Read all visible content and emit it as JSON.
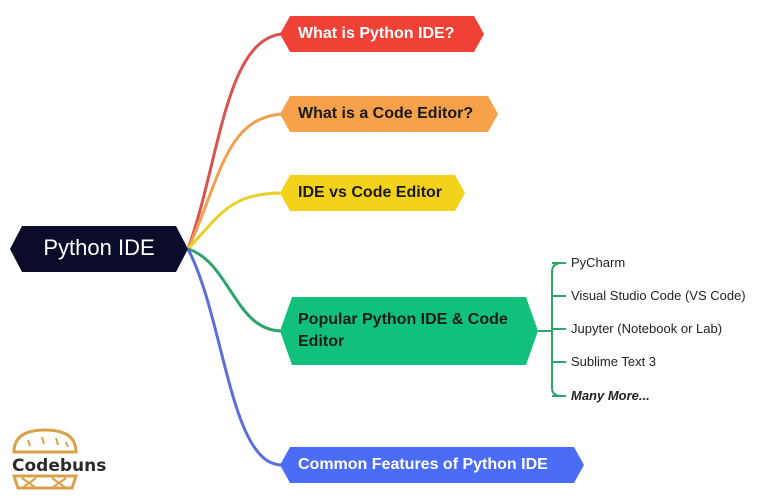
{
  "root": {
    "label": "Python IDE",
    "color": "#0b0c2a"
  },
  "branches": [
    {
      "id": "what-is-ide",
      "label": "What is Python IDE?",
      "fill": "#ef4136",
      "text_color": "#ffffff",
      "line": "#d9534f"
    },
    {
      "id": "code-editor",
      "label": "What is a Code Editor?",
      "fill": "#f7a14a",
      "text_color": "#1a1a1a",
      "line": "#f0a050"
    },
    {
      "id": "ide-vs-editor",
      "label": "IDE vs Code Editor",
      "fill": "#f2d21b",
      "text_color": "#1a1a1a",
      "line": "#e8cf2a"
    },
    {
      "id": "popular",
      "label_lines": [
        "Popular Python IDE & Code",
        "Editor"
      ],
      "fill": "#11c07a",
      "text_color": "#1a1a1a",
      "line": "#2ea36a"
    },
    {
      "id": "features",
      "label": "Common Features of Python IDE",
      "fill": "#4a6cf7",
      "text_color": "#ffffff",
      "line": "#5b6fd6"
    }
  ],
  "popular_items": [
    {
      "label": "PyCharm",
      "emphasis": false
    },
    {
      "label": "Visual Studio Code (VS Code)",
      "emphasis": false
    },
    {
      "label": "Jupyter (Notebook or Lab)",
      "emphasis": false
    },
    {
      "label": "Sublime Text 3",
      "emphasis": false
    },
    {
      "label": "Many More...",
      "emphasis": true
    }
  ],
  "logo": {
    "text": "Codebuns",
    "color": "#d9a24a"
  }
}
